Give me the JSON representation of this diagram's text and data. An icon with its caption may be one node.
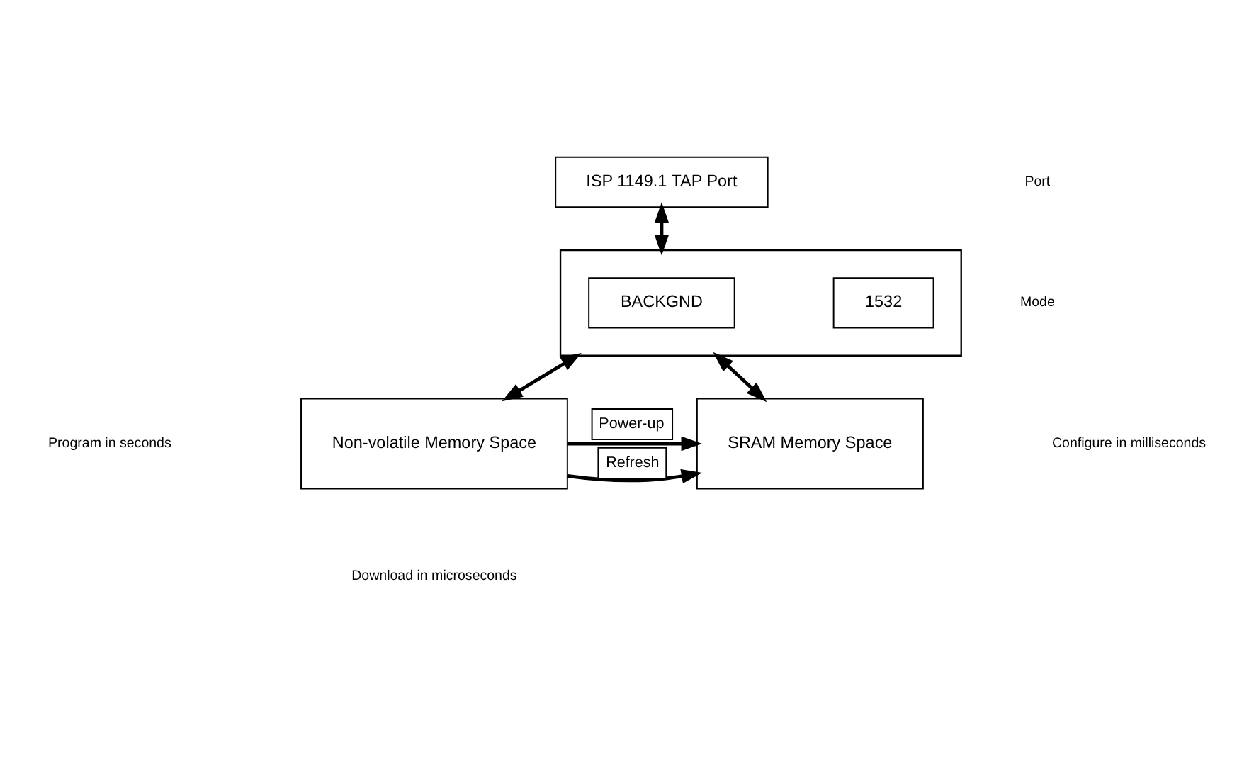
{
  "diagram": {
    "nodes": [
      {
        "text": [
          "ISP 1149.1 TAP Port"
        ]
      },
      {
        "text": [],
        "shape": "box"
      },
      {
        "text": [
          "BACKGND"
        ],
        "in": 1
      },
      {
        "text": [
          "1532"
        ],
        "in": 1
      },
      {
        "text": [
          "Non-volatile Memory Space"
        ]
      },
      {
        "text": [
          "SRAM Memory Space"
        ]
      }
    ],
    "edges": [
      {
        "from": 0,
        "to": 1,
        "arrow": "both"
      },
      {
        "from": 1,
        "to": 4,
        "arrow": "both"
      },
      {
        "from": 1,
        "to": 5,
        "arrow": "both"
      },
      {
        "from": 4,
        "to": 5,
        "arrow": "to",
        "label": "Power-up"
      },
      {
        "from": 4,
        "to": 5,
        "arrow": "to",
        "label": "Refresh"
      }
    ],
    "labels": [
      "Port",
      "Mode",
      "Program in seconds",
      "Configure in milliseconds",
      "Download in microseconds"
    ]
  }
}
